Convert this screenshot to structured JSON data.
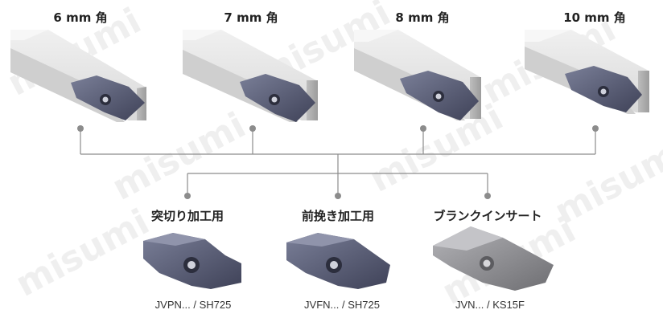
{
  "holders": [
    {
      "label": "6 mm 角"
    },
    {
      "label": "7 mm 角"
    },
    {
      "label": "8 mm 角"
    },
    {
      "label": "10 mm 角"
    }
  ],
  "inserts": [
    {
      "label": "突切り加工用",
      "code": "JVPN... / SH725"
    },
    {
      "label": "前挽き加工用",
      "code": "JVFN... / SH725"
    },
    {
      "label": "ブランクインサート",
      "code": "JVN... / KS15F"
    }
  ],
  "watermark": "misumi",
  "colors": {
    "connector": "#8c8c8c",
    "holder_light": "#e6e6e6",
    "holder_mid": "#c8c8c8",
    "holder_dark": "#9a9a9a",
    "insert_coated": "#5b5f78",
    "insert_blank": "#8e8e92"
  }
}
